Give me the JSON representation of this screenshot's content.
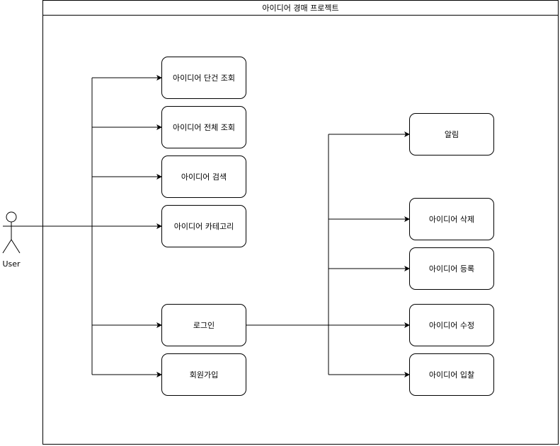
{
  "system": {
    "title": "아이디어 경매 프로젝트"
  },
  "actor": {
    "name": "User",
    "icon": "stick-figure-actor-icon"
  },
  "use_cases": {
    "single_view": "아이디어 단건 조회",
    "all_view": "아이디어 전체 조회",
    "search": "아이디어 검색",
    "category": "아이디어 카테고리",
    "login": "로그인",
    "signup": "회원가입",
    "notification": "알림",
    "delete": "아이디어 삭제",
    "register": "아이디어 등록",
    "edit": "아이디어 수정",
    "bid": "아이디어 입찰"
  },
  "colors": {
    "line": "#000000",
    "background": "#ffffff"
  }
}
